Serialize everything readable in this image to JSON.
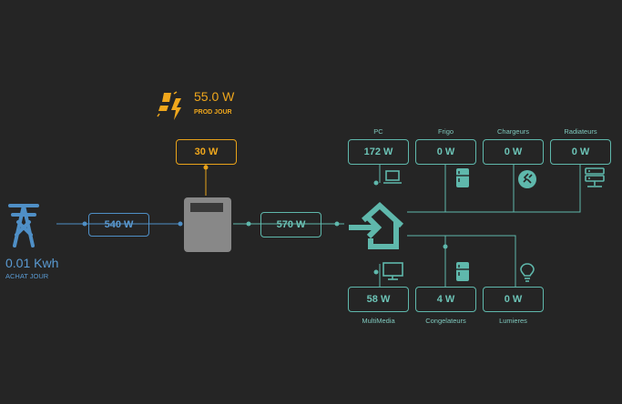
{
  "grid": {
    "value": "0.01 Kwh",
    "label": "ACHAT JOUR",
    "flow": "540 W",
    "color": "#4f8fc6",
    "icon": "transmission-tower-icon"
  },
  "solar": {
    "value": "55.0 W",
    "label": "PROD JOUR",
    "flow": "30 W",
    "color": "#f0a71c",
    "icon": "solar-power-icon"
  },
  "battery": {
    "icon": "battery-icon",
    "color": "#888888"
  },
  "house": {
    "flow": "570 W",
    "color": "#5fb8ac",
    "icon": "home-import-icon"
  },
  "consumers_top": [
    {
      "name": "PC",
      "value": "172 W",
      "icon": "laptop-icon"
    },
    {
      "name": "Frigo",
      "value": "0 W",
      "icon": "fridge-icon"
    },
    {
      "name": "Chargeurs",
      "value": "0 W",
      "icon": "ev-plug-icon"
    },
    {
      "name": "Radiateurs",
      "value": "0 W",
      "icon": "server-icon"
    }
  ],
  "consumers_bottom": [
    {
      "name": "MultiMedia",
      "value": "58 W",
      "icon": "monitor-icon"
    },
    {
      "name": "Congelateurs",
      "value": "4 W",
      "icon": "freezer-icon"
    },
    {
      "name": "Lumieres",
      "value": "0 W",
      "icon": "lightbulb-icon"
    }
  ]
}
